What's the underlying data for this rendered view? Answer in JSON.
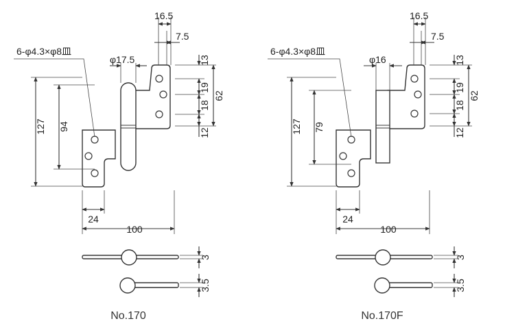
{
  "colors": {
    "line": "#333333",
    "text": "#222222",
    "background": "#ffffff"
  },
  "left": {
    "caption": "No.170",
    "hole_note": "6-φ4.3×φ8皿",
    "pin_dia": "φ17.5",
    "dims": {
      "w165": "16.5",
      "w75": "7.5",
      "h13": "13",
      "h19": "19",
      "h18": "18",
      "h12": "12",
      "h62": "62",
      "h127": "127",
      "h94": "94",
      "w24": "24",
      "w100": "100",
      "t3": "3",
      "t35": "3.5"
    }
  },
  "right": {
    "caption": "No.170F",
    "hole_note": "6-φ4.3×φ8皿",
    "pin_dia": "φ16",
    "dims": {
      "w165": "16.5",
      "w75": "7.5",
      "h13": "13",
      "h19": "19",
      "h18": "18",
      "h12": "12",
      "h62": "62",
      "h127": "127",
      "h79": "79",
      "w24": "24",
      "w100": "100",
      "t3": "3",
      "t35": "3.5"
    }
  }
}
